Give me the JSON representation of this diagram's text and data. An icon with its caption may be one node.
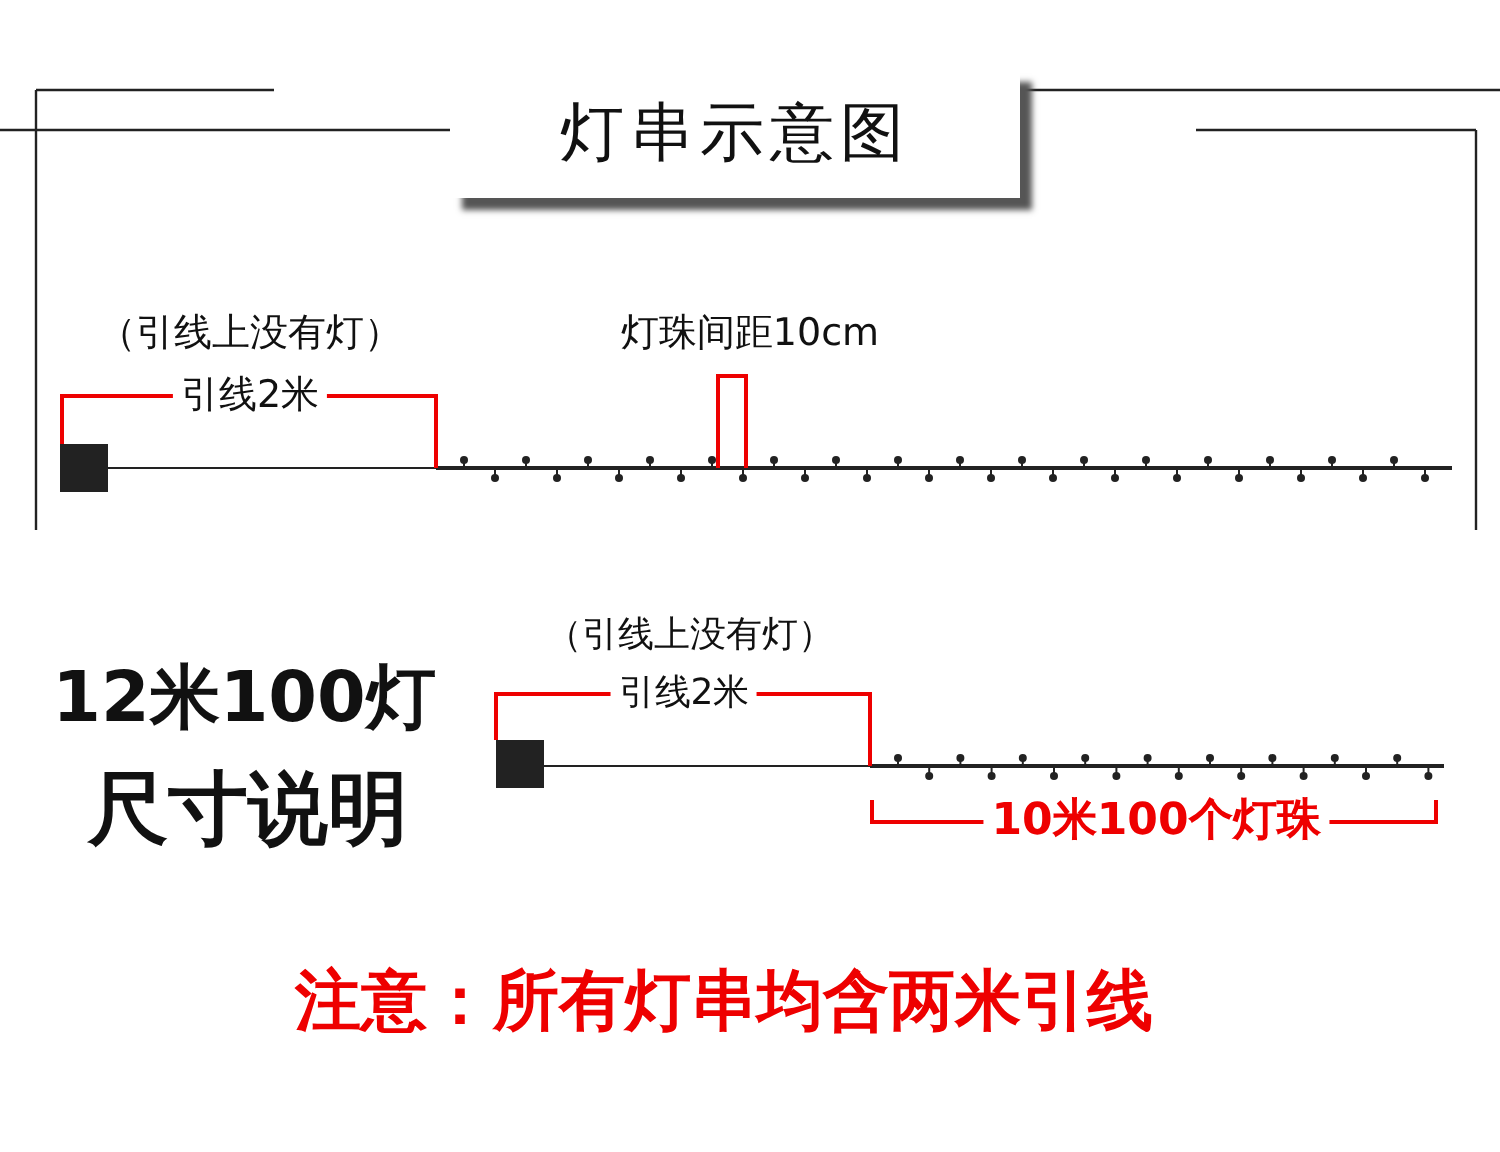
{
  "diagram": {
    "nodes": [
      {
        "text": [
          "灯串示意图"
        ]
      }
    ],
    "edges": [],
    "labels": [
      "（引线上没有灯）",
      "灯珠间距10cm",
      "引线2米",
      "12米100灯",
      "尺寸说明",
      "（引线上没有灯）",
      "引线2米",
      "10米100个灯珠",
      "注意：所有灯串均含两米引线"
    ]
  }
}
